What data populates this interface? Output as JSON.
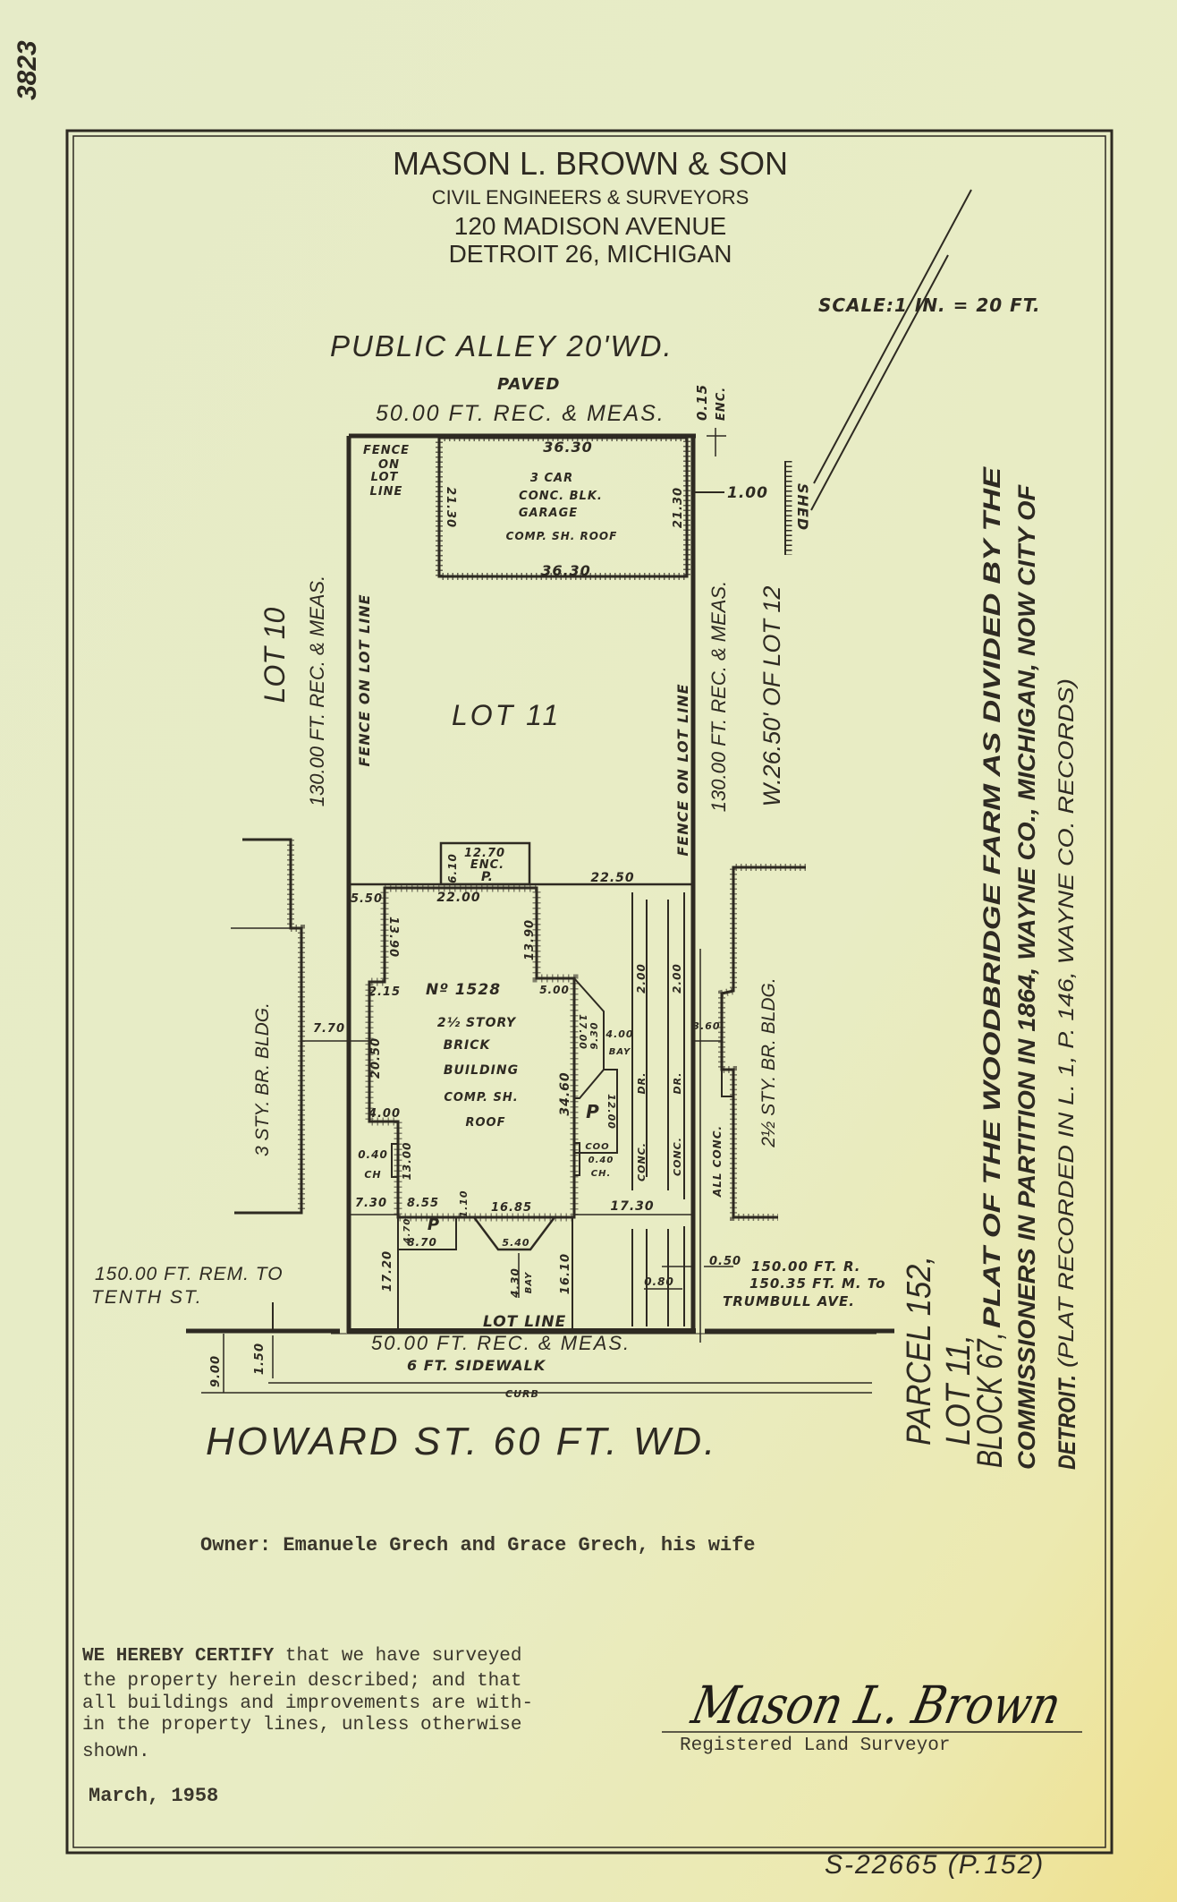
{
  "page_number": "3823",
  "header": {
    "firm": "MASON L. BROWN & SON",
    "subtitle": "CIVIL ENGINEERS & SURVEYORS",
    "address": "120 MADISON AVENUE",
    "city": "DETROIT 26, MICHIGAN"
  },
  "scale": {
    "label": "SCALE:",
    "value": "1 IN. = 20 FT."
  },
  "plan": {
    "alley": "PUBLIC ALLEY 20'WD.",
    "paved": "PAVED",
    "top_dim": "50.00 FT. REC. & MEAS.",
    "enc_top": "0.15",
    "enc_label": "ENC.",
    "lot10": "LOT 10",
    "lot11": "LOT 11",
    "left_dim": "130.00 FT. REC. & MEAS.",
    "right_dim": "130.00 FT. REC. & MEAS.",
    "lot12": "W.26.50' OF LOT 12",
    "fence_left": "FENCE ON LOT LINE",
    "fence_right": "FENCE ON LOT LINE",
    "shed": "SHED",
    "shed_dim": "1.00",
    "left_bldg": "3 STY. BR. BLDG.",
    "right_bldg": "2½ STY. BR. BLDG.",
    "lot_line": "LOT LINE",
    "bottom_dim": "50.00 FT. REC. & MEAS.",
    "sidewalk": "6 FT.  SIDEWALK",
    "curb": "CURB",
    "dim_900": "9.00",
    "dim_150": "1.50",
    "tenth_1": "150.00 FT. REM. TO",
    "tenth_2": "TENTH ST.",
    "trumbull_offset": "0.50",
    "trumbull_1": "150.00 FT. R.",
    "trumbull_2": "150.35 FT. M. To",
    "trumbull_3": "TRUMBULL AVE.",
    "street": "HOWARD  ST.  60 FT. WD."
  },
  "labels": [
    "36.30",
    "3 CAR",
    "CONC. BLK.",
    "GARAGE",
    "COMP. SH. ROOF",
    "36.30",
    "21.30",
    "21.30",
    "FENCE",
    "ON",
    "LOT",
    "LINE",
    "12.70",
    "ENC.",
    "P.",
    "6.10",
    "22.50",
    "5.50",
    "22.00",
    "13.90",
    "13.90",
    "2.15",
    "Nº 1528",
    "5.00",
    "2½ STORY",
    "BRICK",
    "BUILDING",
    "COMP. SH.",
    "ROOF",
    "20.50",
    "4.00",
    "0.40",
    "CH",
    "13.00",
    "34.60",
    "17.00",
    "9.30",
    "4.00",
    "BAY",
    "P",
    "12.00",
    "COO",
    "0.40",
    "CH.",
    "2.00",
    "DR.",
    "CONC.",
    "2.00",
    "DR.",
    "CONC.",
    "ALL CONC.",
    "7.30",
    "8.55",
    "1.10",
    "16.85",
    "17.30",
    "P",
    "4.70",
    "8.70",
    "5.40",
    "17.20",
    "4.30",
    "BAY",
    "16.10",
    "0.80",
    "3.60",
    "7.70"
  ],
  "legal": {
    "parcel": "PARCEL 152,",
    "lot": "LOT 11,",
    "block": "BLOCK 67,",
    "line3": "PLAT OF THE WOODBRIDGE FARM AS DIVIDED BY THE",
    "line4": "COMMISSIONERS IN PARTITION IN 1864, WAYNE CO., MICHIGAN, NOW CITY OF",
    "detroit": "DETROIT.",
    "line5": "(PLAT RECORDED IN L. 1, P. 146, WAYNE CO. RECORDS)"
  },
  "owner": "Owner:  Emanuele Grech and Grace Grech, his wife",
  "certification": {
    "lead": "WE HEREBY CERTIFY",
    "lines": [
      " that we have surveyed",
      "the property herein described; and that",
      "all buildings and improvements are with-",
      "in the property lines, unless otherwise",
      "shown."
    ]
  },
  "date": "March, 1958",
  "signature": "Mason L. Brown",
  "signature_title": "Registered Land Surveyor",
  "file_ref": "S-22665  (P.152)"
}
